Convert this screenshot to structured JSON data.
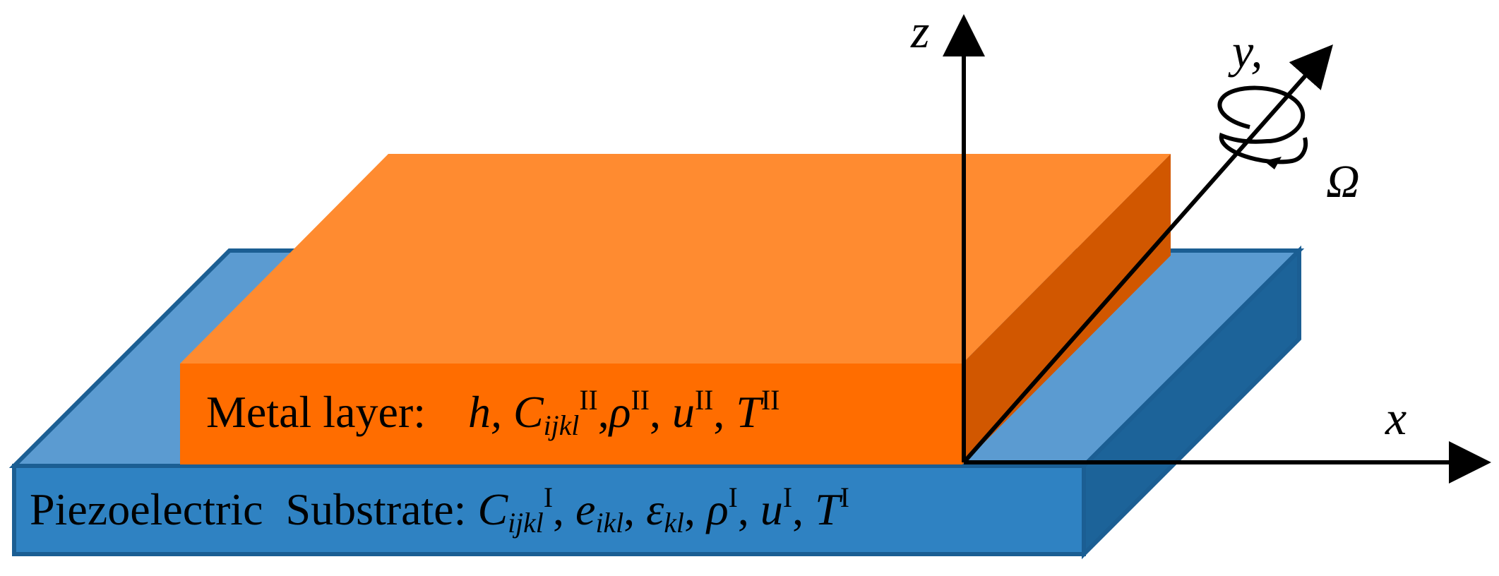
{
  "colors": {
    "substrate_front": "#2f82c2",
    "substrate_top": "#5b9bd1",
    "substrate_side": "#1c6399",
    "substrate_edge": "#1b5e93",
    "metal_front": "#ff6d00",
    "metal_top": "#ff8b30",
    "metal_side": "#d15700",
    "axis": "#000000"
  },
  "axes": {
    "z": "z",
    "y": "y,",
    "x": "x",
    "rotation": "Ω"
  },
  "metal_layer": {
    "label": "Metal layer:",
    "h": "h,",
    "C": "C",
    "C_sub": "ijkl",
    "C_sup": "II",
    "rho": "ρ",
    "rho_sup": "II",
    "u": "u",
    "u_sup": "II",
    "T": "T",
    "T_sup": "II"
  },
  "substrate": {
    "label": "Piezoelectric  Substrate:",
    "C": "C",
    "C_sub": "ijkl",
    "C_sup": "I",
    "e": "e",
    "e_sub": "ikl",
    "eps": "ε",
    "eps_sub": "kl",
    "rho": "ρ",
    "rho_sup": "I",
    "u": "u",
    "u_sup": "I",
    "T": "T",
    "T_sup": "I"
  }
}
